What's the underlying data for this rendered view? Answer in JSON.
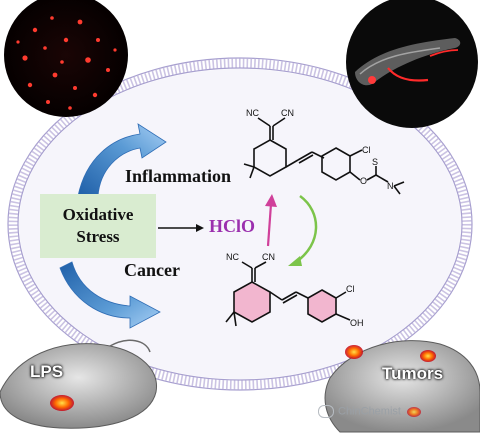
{
  "labels": {
    "inflammation": "Inflammation",
    "oxidative_stress": [
      "Oxidative",
      "Stress"
    ],
    "hclo": "HClO",
    "cancer": "Cancer",
    "lps": "LPS",
    "tumors": "Tumors"
  },
  "chem_labels": {
    "top_nc_left": "NC",
    "top_cn_right": "CN",
    "top_cl": "Cl",
    "top_o": "O",
    "top_s": "S",
    "top_n": "N",
    "bottom_nc_left": "NC",
    "bottom_cn_right": "CN",
    "bottom_cl": "Cl",
    "bottom_oh": "OH"
  },
  "watermark": "ChinChemist",
  "colors": {
    "ring": "#cbc3e3",
    "ring_edge": "#a79fcf",
    "box_fill": "#d9ecd0",
    "hclo_text": "#9b2fae",
    "blue_arrow": "#5b9bd5",
    "pink_arrow": "#d0409a",
    "green_arrow": "#7cc44a",
    "red_ring": "#e8262e"
  }
}
